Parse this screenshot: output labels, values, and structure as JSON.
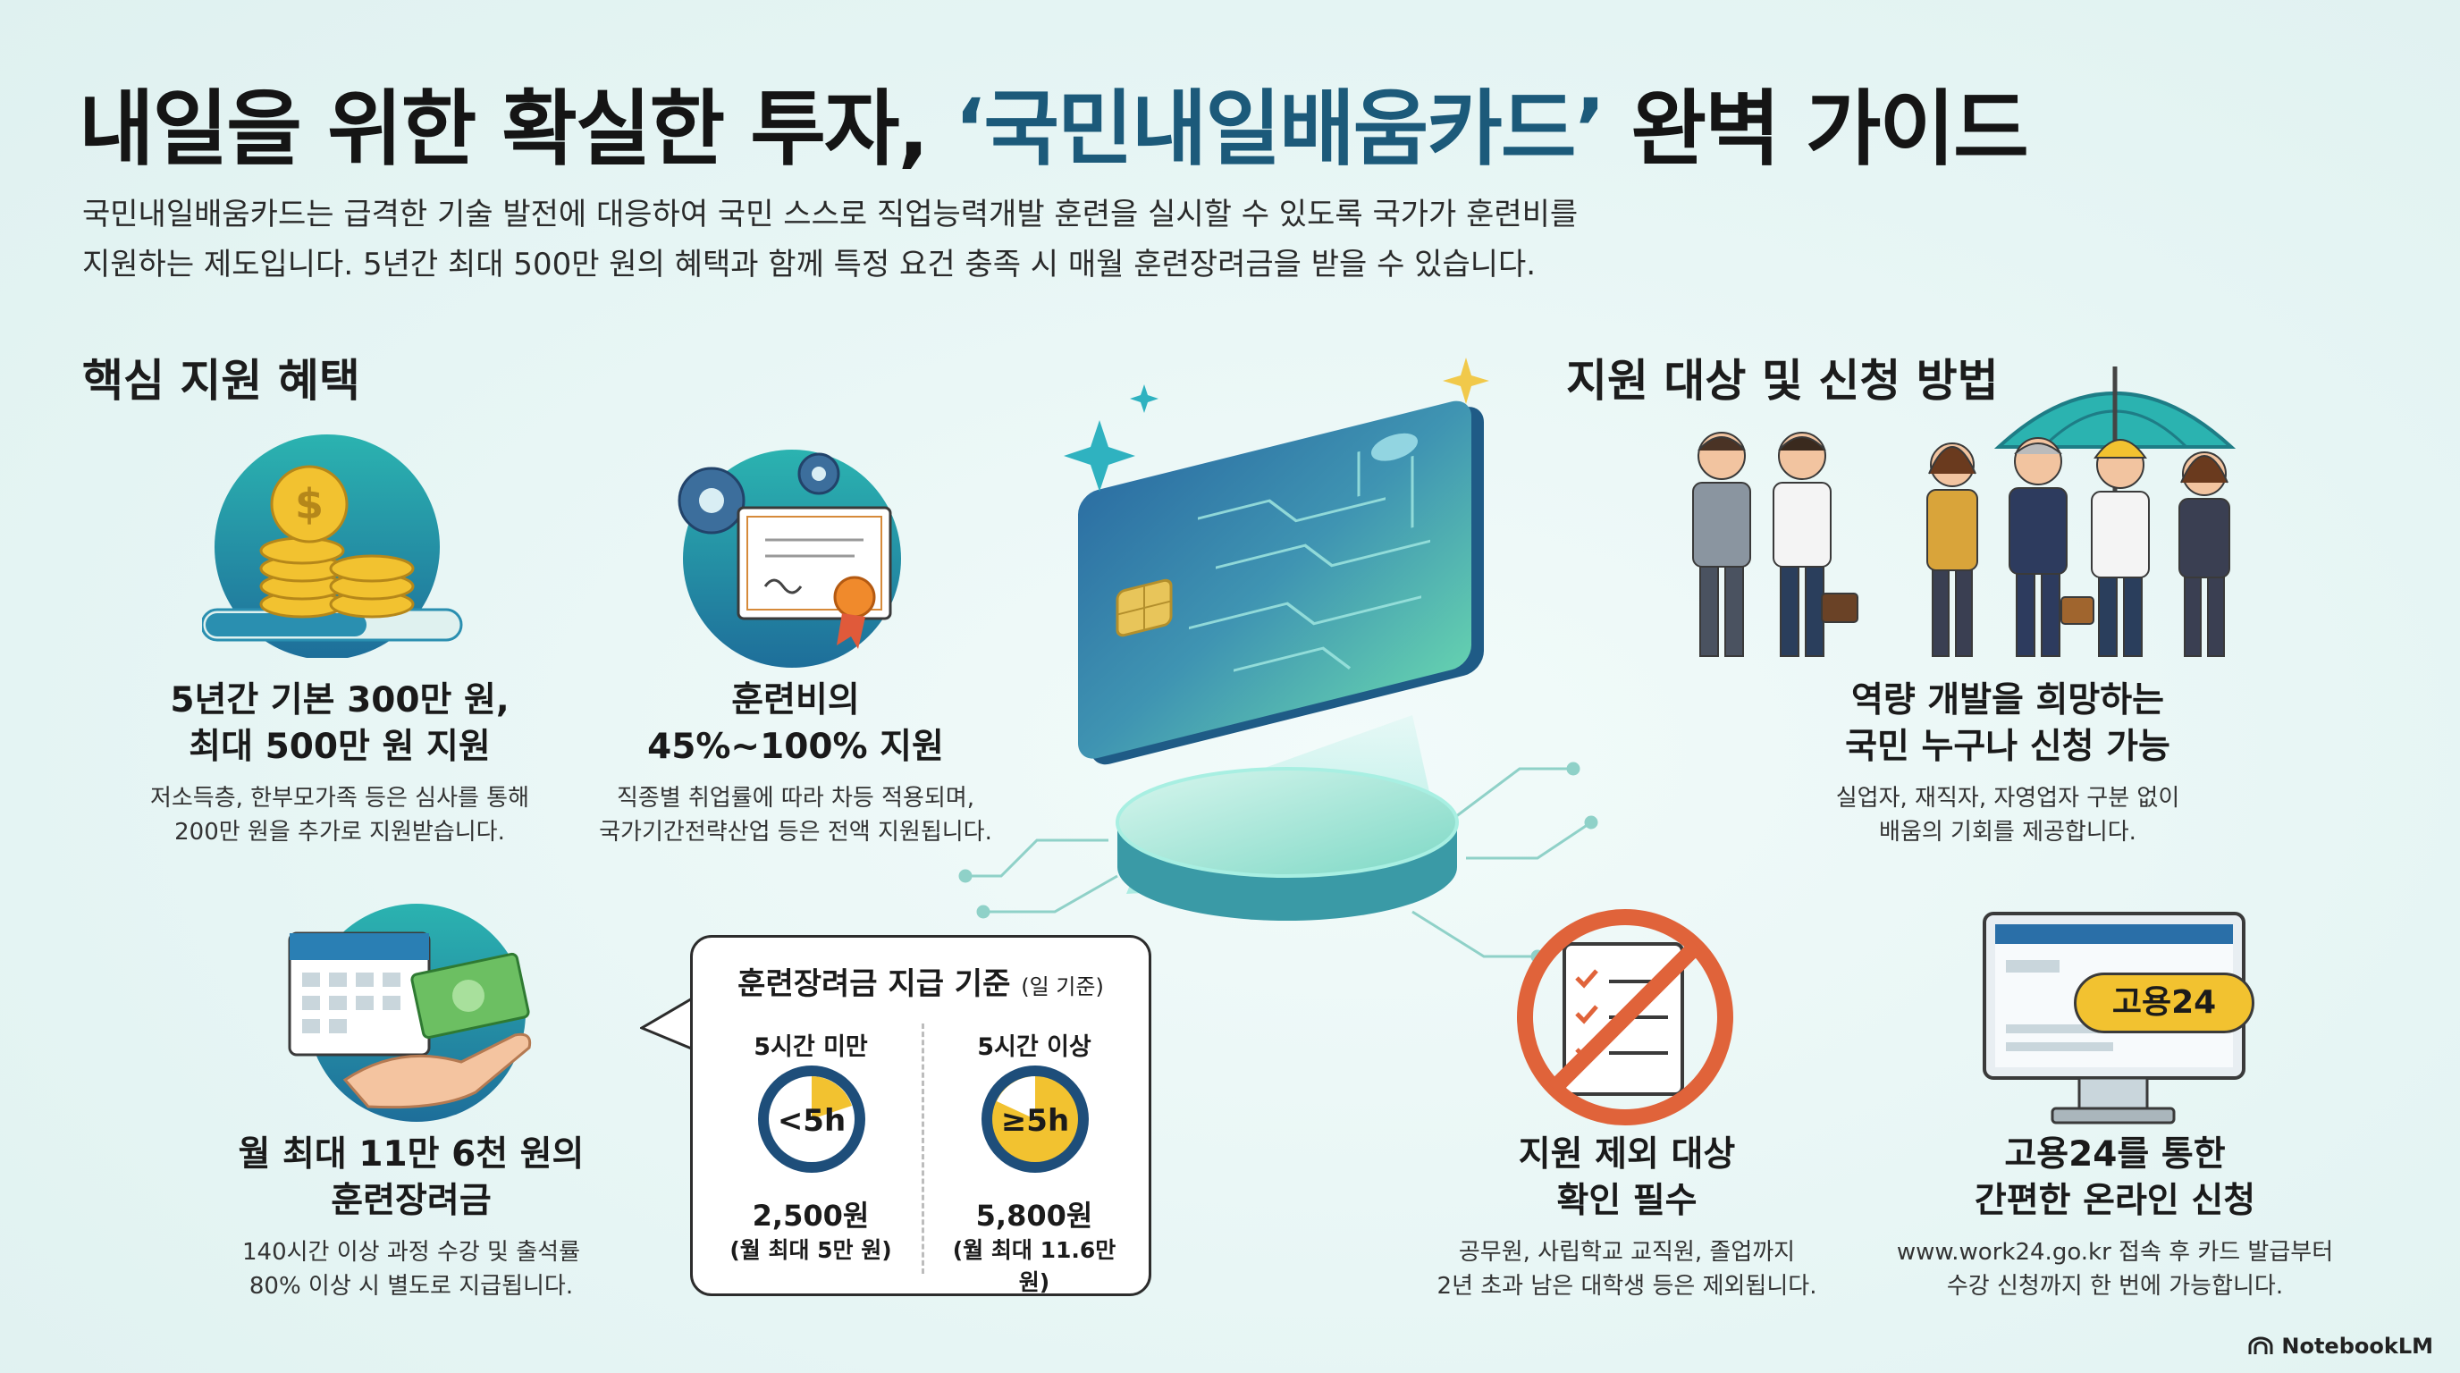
{
  "title": {
    "part1": "내일을 위한 확실한 투자, ",
    "highlight": "‘국민내일배움카드’",
    "part2": " 완벽 가이드"
  },
  "intro": {
    "line1": "국민내일배움카드는 급격한 기술 발전에 대응하여 국민 스스로 직업능력개발 훈련을 실시할 수 있도록 국가가 훈련비를",
    "line2": "지원하는 제도입니다. 5년간 최대 500만 원의 혜택과 함께 특정 요건 충족 시 매월 훈련장려금을 받을 수 있습니다."
  },
  "sections": {
    "benefits": "핵심 지원 혜택",
    "eligibility": "지원 대상 및 신청 방법"
  },
  "benefits": [
    {
      "title1": "5년간 기본 300만 원,",
      "title2": "최대 500만 원 지원",
      "desc1": "저소득층, 한부모가족 등은 심사를 통해",
      "desc2": "200만 원을 추가로 지원받습니다.",
      "icon": "coin-stack-icon"
    },
    {
      "title1": "훈련비의",
      "title2": "45%~100% 지원",
      "desc1": "직종별 취업률에 따라 차등 적용되며,",
      "desc2": "국가기간전략산업 등은 전액 지원됩니다.",
      "icon": "certificate-gear-icon"
    },
    {
      "title1": "월 최대 11만 6천 원의",
      "title2": "훈련장려금",
      "desc1": "140시간 이상 과정 수강 및 출석률",
      "desc2": "80% 이상 시 별도로 지급됩니다.",
      "icon": "calendar-money-icon"
    }
  ],
  "allowance": {
    "title": "훈련장려금 지급 기준",
    "unit": "(일 기준)",
    "cols": [
      {
        "label": "5시간 미만",
        "clock": "<5h",
        "amount": "2,500원",
        "sub": "(월 최대 5만 원)"
      },
      {
        "label": "5시간 이상",
        "clock": "≥5h",
        "amount": "5,800원",
        "sub": "(월 최대 11.6만 원)"
      }
    ]
  },
  "eligibility": [
    {
      "title1": "역량 개발을 희망하는",
      "title2": "국민 누구나 신청 가능",
      "desc1": "실업자, 재직자, 자영업자 구분 없이",
      "desc2": "배움의 기회를 제공합니다.",
      "icon": "people-umbrella-icon"
    },
    {
      "title1": "지원 제외 대상",
      "title2": "확인 필수",
      "desc1": "공무원, 사립학교 교직원, 졸업까지",
      "desc2": "2년 초과 남은 대학생 등은 제외됩니다.",
      "icon": "prohibited-checklist-icon"
    },
    {
      "title1": "고용24를 통한",
      "title2": "간편한 온라인 신청",
      "desc1": "www.work24.go.kr 접속 후 카드 발급부터",
      "desc2": "수강 신청까지 한 번에 가능합니다.",
      "icon": "monitor-icon",
      "badge": "고용24"
    }
  ],
  "brand": "NotebookLM",
  "colors": {
    "accent": "#1c5a7a",
    "teal": "#2a9d9a",
    "gold": "#f2c230",
    "red": "#e0633a"
  }
}
